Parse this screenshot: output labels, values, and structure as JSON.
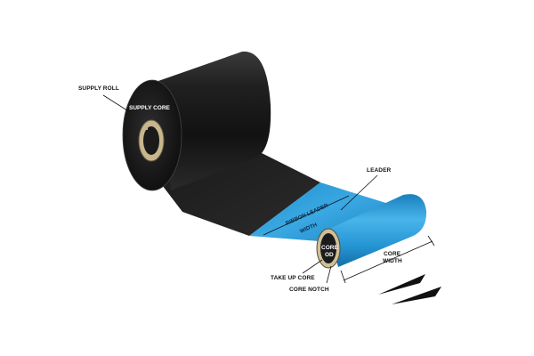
{
  "diagram": {
    "labels": {
      "supply_roll": "SUPPLY ROLL",
      "supply_core": "SUPPLY CORE",
      "leader": "LEADER",
      "ribbon_leader_width_1": "RIBBON LEADER",
      "ribbon_leader_width_2": "WIDTH",
      "core_od_1": "CORE",
      "core_od_2": "OD",
      "core_width_1": "CORE",
      "core_width_2": "WIDTH",
      "take_up_core": "TAKE UP CORE",
      "core_notch": "CORE NOTCH"
    },
    "colors": {
      "ribbon_black": "#1c1c1c",
      "leader_blue": "#2a9bd6",
      "background": "#ffffff"
    }
  }
}
